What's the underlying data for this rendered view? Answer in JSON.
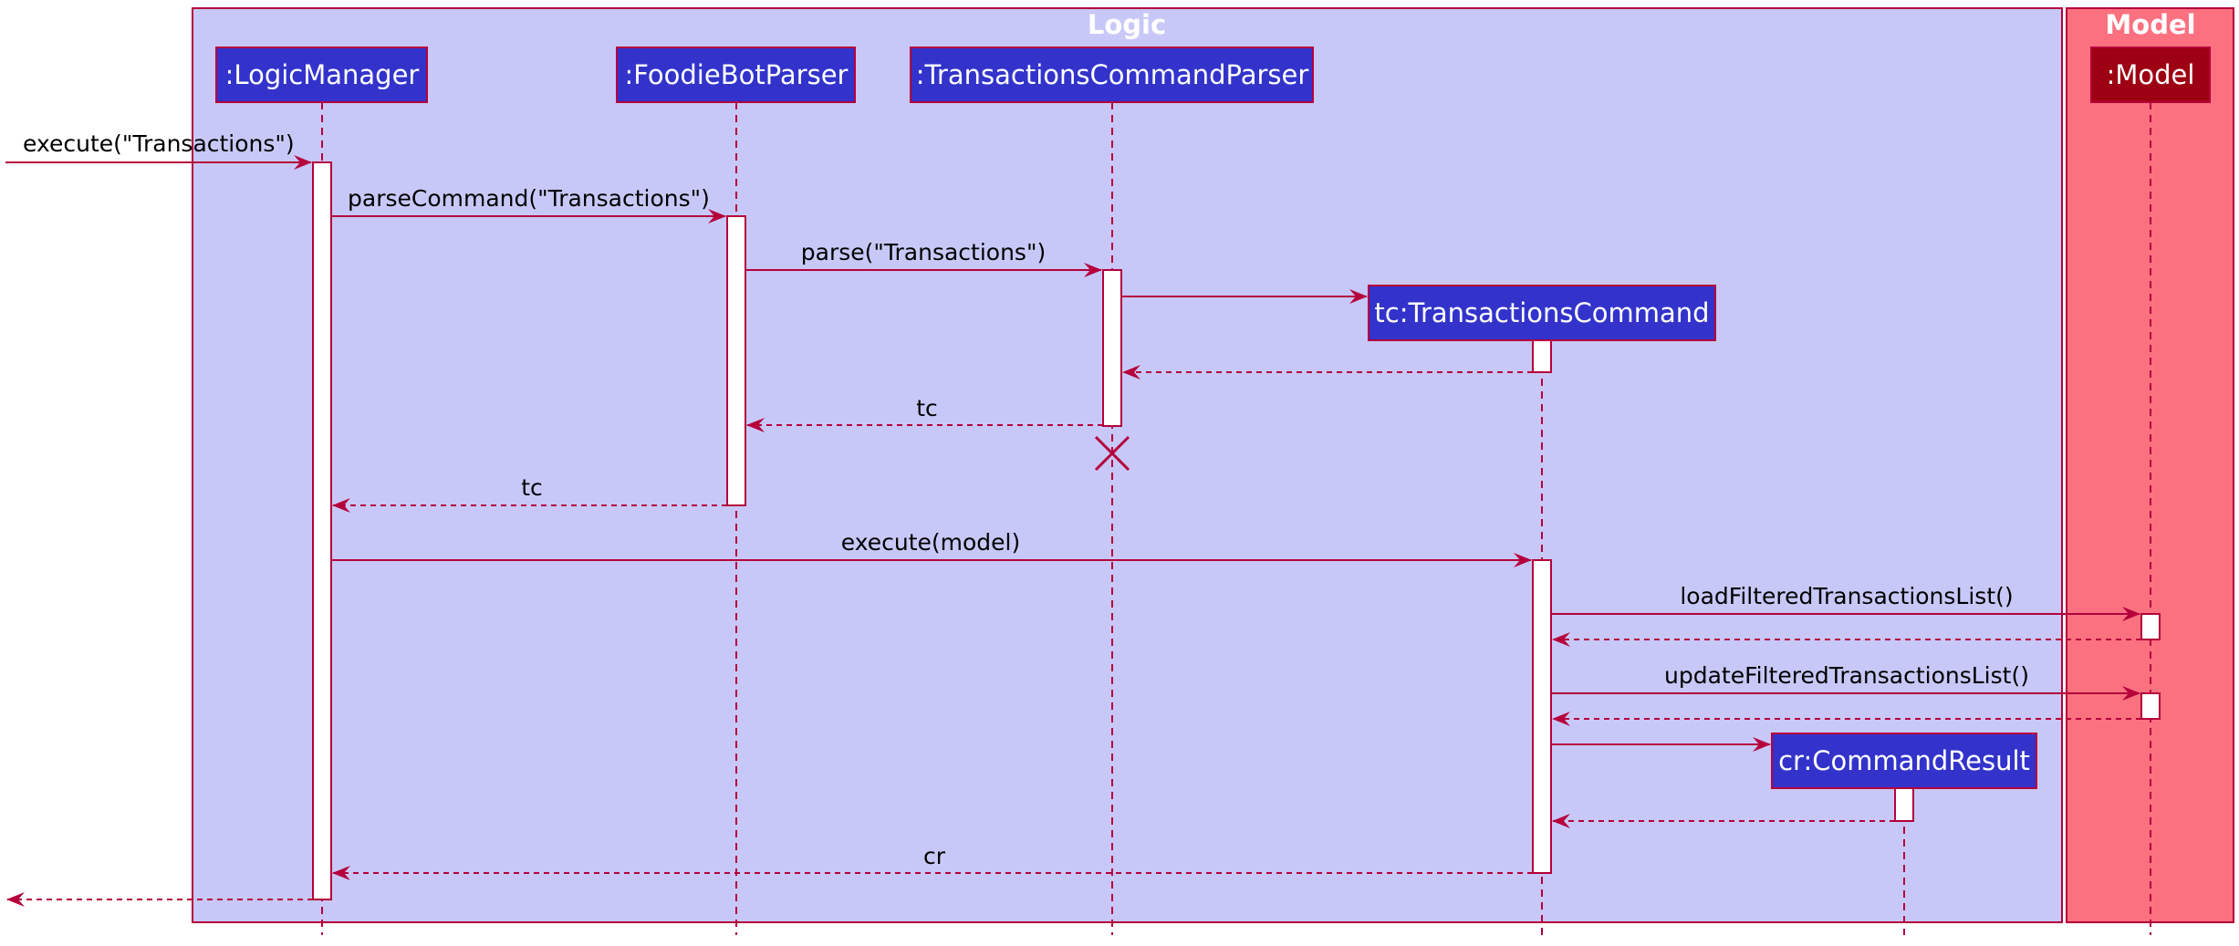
{
  "colors": {
    "logic_bg": "#C8C8F8",
    "model_bg": "#FB7180",
    "frame_border": "#B5003C",
    "participant_fill": "#3333CC",
    "model_participant_fill": "#9D0012",
    "line": "#B5003C",
    "text": "#000000"
  },
  "frames": {
    "logic": {
      "title": "Logic"
    },
    "model": {
      "title": "Model"
    }
  },
  "participants": {
    "logic_manager": ":LogicManager",
    "foodiebot_parser": ":FoodieBotParser",
    "transactions_command_parser": ":TransactionsCommandParser",
    "transactions_command": "tc:TransactionsCommand",
    "command_result": "cr:CommandResult",
    "model": ":Model"
  },
  "messages": {
    "m1": "execute(\"Transactions\")",
    "m2": "parseCommand(\"Transactions\")",
    "m3": "parse(\"Transactions\")",
    "m4": "",
    "m5": "",
    "m6": "tc",
    "m7": "tc",
    "m8": "execute(model)",
    "m9": "loadFilteredTransactionsList()",
    "m10": "",
    "m11": "updateFilteredTransactionsList()",
    "m12": "",
    "m13": "",
    "m14": "",
    "m15": "cr",
    "m16": ""
  }
}
